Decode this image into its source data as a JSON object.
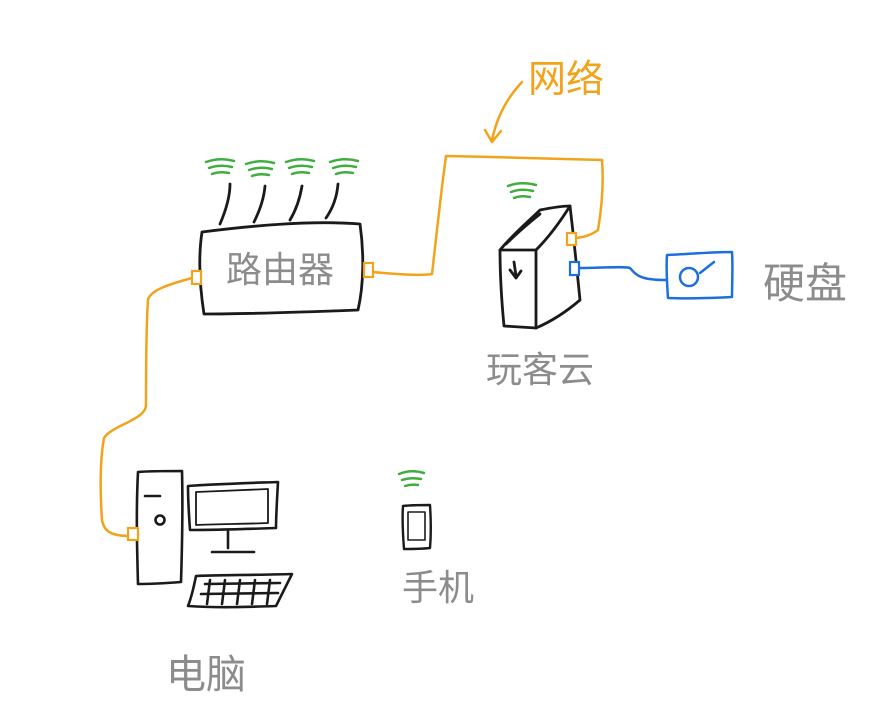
{
  "labels": {
    "router": "路由器",
    "cable": "网络",
    "device": "玩客云",
    "disk": "硬盘",
    "pc": "电脑",
    "phone": "手机"
  },
  "colors": {
    "ink": "#1a1a1a",
    "cable": "#f2a31b",
    "usb": "#1d6fe0",
    "wifi": "#3fae3f",
    "label": "#8c8c8c"
  },
  "icons": {
    "router": "router-icon",
    "device": "set-top-box-icon",
    "disk": "hard-disk-icon",
    "pc": "desktop-computer-icon",
    "phone": "smartphone-icon",
    "wifi": "wifi-signal-icon"
  }
}
